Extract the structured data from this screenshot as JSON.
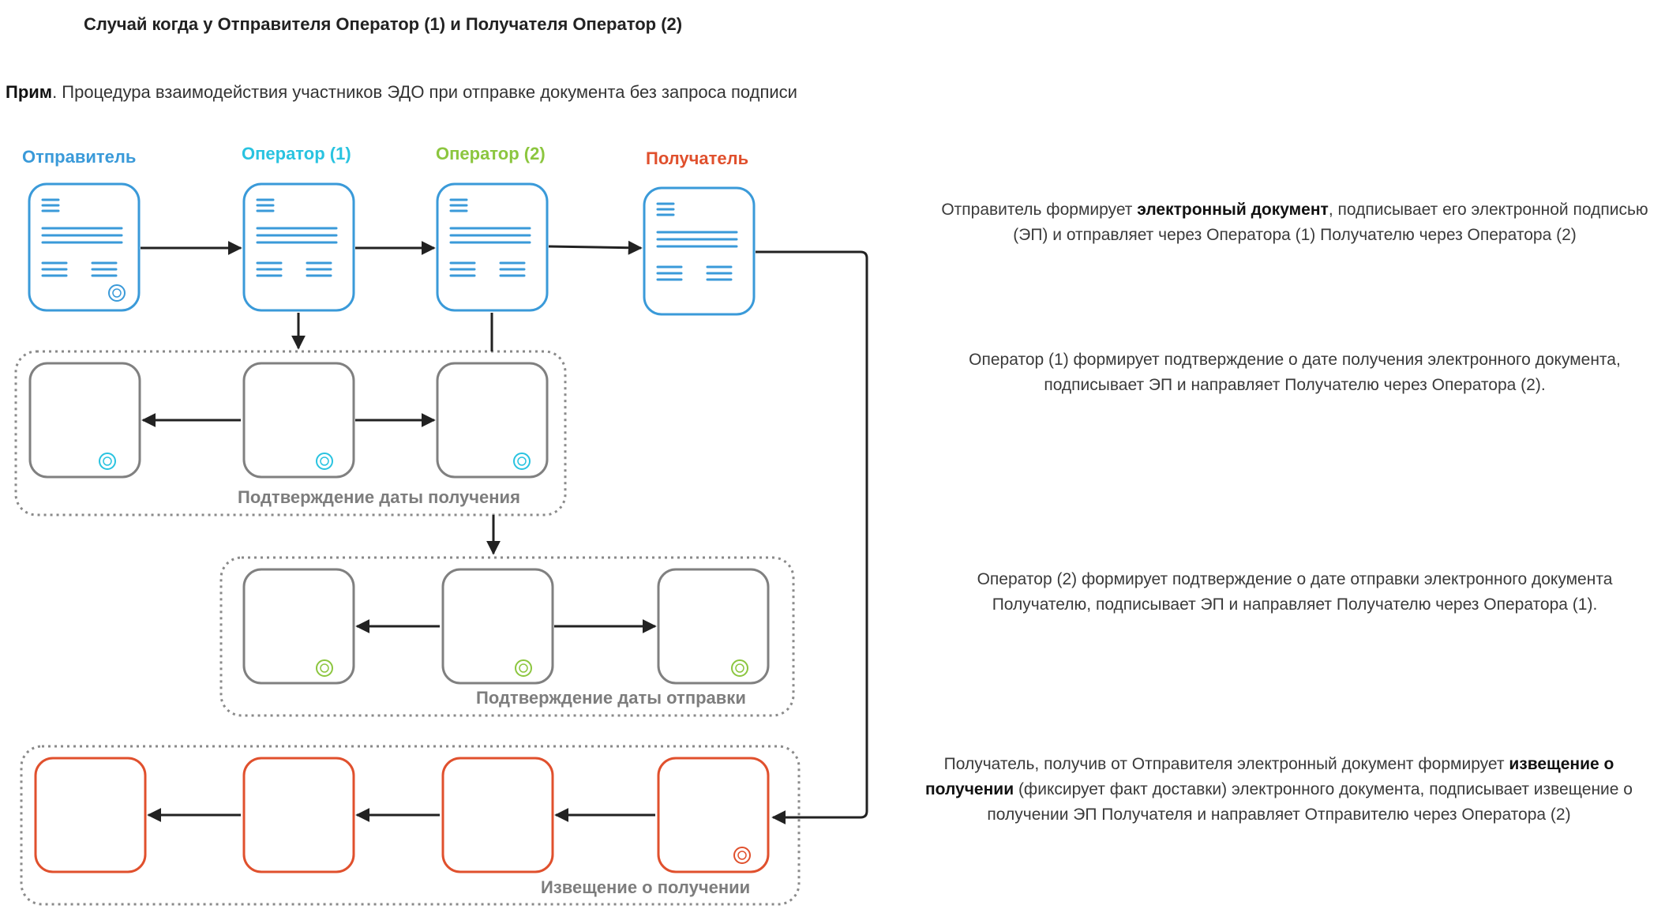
{
  "title": "Случай когда у Отправителя Оператор (1) и Получателя Оператор (2)",
  "note": {
    "bold": "Прим",
    "text": ". Процедура взаимодействия участников ЭДО при отправке документа без запроса подписи"
  },
  "roles": {
    "sender": "Отправитель",
    "operator1": "Оператор (1)",
    "operator2": "Оператор (2)",
    "receiver": "Получатель"
  },
  "groups": {
    "receipt_date": "Подтверждение даты получения",
    "send_date": "Подтверждение даты отправки",
    "notice": "Извещение о получении"
  },
  "descriptions": {
    "d1": {
      "pre": "Отправитель формирует ",
      "bold": "электронный документ",
      "post": ", подписывает его электронной подписью (ЭП) и отправляет через Оператора (1)  Получателю через Оператора (2)"
    },
    "d2": "Оператор (1) формирует подтверждение о дате получения электронного документа, подписывает ЭП и направляет Получателю через Оператора (2).",
    "d3": "Оператор (2) формирует подтверждение о дате отправки электронного документа Получателю, подписывает ЭП и направляет Получателю через Оператора (1).",
    "d4": {
      "pre": "Получатель, получив от Отправителя электронный документ формирует ",
      "bold": "извещение о получении",
      "post": " (фиксирует факт доставки)  электронного документа, подписывает извещение о получении ЭП Получателя и направляет Отправителю через Оператора (2)"
    }
  },
  "colors": {
    "sender": "#3a9ad9",
    "operator1": "#29c3e0",
    "operator2": "#8cc63f",
    "receiver": "#e0502d",
    "gray": "#808080",
    "group_label": "#7d7d7d"
  },
  "icons": {
    "document": "document-icon",
    "signature": "signature-stamp-icon",
    "arrow": "arrow-icon"
  }
}
